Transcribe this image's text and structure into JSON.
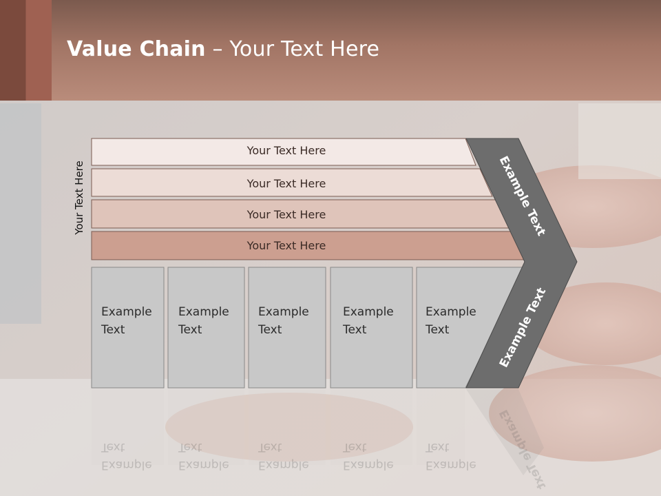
{
  "header": {
    "title_bold": "Value Chain",
    "title_rest": " – Your Text Here"
  },
  "side_label": "Your Text Here",
  "bars": [
    {
      "label": "Your Text Here",
      "color": "#f3e9e6"
    },
    {
      "label": "Your Text Here",
      "color": "#ecdcd6"
    },
    {
      "label": "Your Text Here",
      "color": "#dfc4ba"
    },
    {
      "label": "Your Text Here",
      "color": "#cc9f90"
    }
  ],
  "boxes": [
    {
      "line1": "Example",
      "line2": "Text"
    },
    {
      "line1": "Example",
      "line2": "Text"
    },
    {
      "line1": "Example",
      "line2": "Text"
    },
    {
      "line1": "Example",
      "line2": "Text"
    },
    {
      "line1": "Example",
      "line2": "Text"
    }
  ],
  "chevron": {
    "upper_label": "Example Text",
    "lower_label": "Example Text",
    "color": "#6d6d6d"
  },
  "colors": {
    "header": "#b98c7b",
    "box_fill": "#c8c8c8"
  }
}
